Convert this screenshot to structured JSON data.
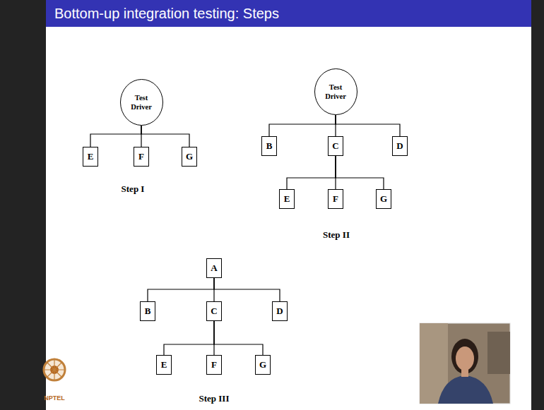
{
  "diagram": {
    "title": "Bottom-up integration testing: Steps",
    "nodes": [
      {
        "text": [
          "Test Driver"
        ]
      },
      {
        "text": [
          "E"
        ]
      },
      {
        "text": [
          "F"
        ]
      },
      {
        "text": [
          "G"
        ]
      },
      {
        "text": [
          "Test Driver"
        ]
      },
      {
        "text": [
          "B"
        ]
      },
      {
        "text": [
          "C"
        ]
      },
      {
        "text": [
          "D"
        ]
      },
      {
        "text": [
          "E"
        ]
      },
      {
        "text": [
          "F"
        ]
      },
      {
        "text": [
          "G"
        ]
      },
      {
        "text": [
          "A"
        ]
      },
      {
        "text": [
          "B"
        ]
      },
      {
        "text": [
          "C"
        ]
      },
      {
        "text": [
          "D"
        ]
      },
      {
        "text": [
          "E"
        ]
      },
      {
        "text": [
          "F"
        ]
      },
      {
        "text": [
          "G"
        ]
      }
    ],
    "edges": [
      {
        "from": 0,
        "to": 1,
        "arrow": "none"
      },
      {
        "from": 0,
        "to": 2,
        "arrow": "none"
      },
      {
        "from": 0,
        "to": 3,
        "arrow": "none"
      },
      {
        "from": 4,
        "to": 5,
        "arrow": "none"
      },
      {
        "from": 4,
        "to": 6,
        "arrow": "none"
      },
      {
        "from": 4,
        "to": 7,
        "arrow": "none"
      },
      {
        "from": 6,
        "to": 8,
        "arrow": "none"
      },
      {
        "from": 6,
        "to": 9,
        "arrow": "none"
      },
      {
        "from": 6,
        "to": 10,
        "arrow": "none"
      },
      {
        "from": 11,
        "to": 12,
        "arrow": "none"
      },
      {
        "from": 11,
        "to": 13,
        "arrow": "none"
      },
      {
        "from": 11,
        "to": 14,
        "arrow": "none"
      },
      {
        "from": 13,
        "to": 15,
        "arrow": "none"
      },
      {
        "from": 13,
        "to": 16,
        "arrow": "none"
      },
      {
        "from": 13,
        "to": 17,
        "arrow": "none"
      }
    ],
    "labels": [
      "Step I",
      "Step II",
      "Step III",
      "NPTEL"
    ]
  }
}
